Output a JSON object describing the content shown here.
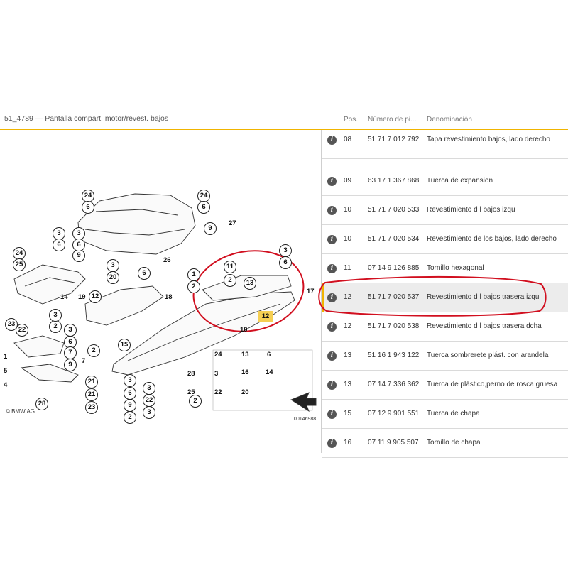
{
  "header": {
    "title": "51_4789 — Pantalla compart. motor/revest. bajos",
    "col_pos": "Pos.",
    "col_numero": "Número de pi...",
    "col_denominacion": "Denominación"
  },
  "rows": [
    {
      "pos": "08",
      "numero": "51 71 7 012 792",
      "denominacion": "Tapa revestimiento bajos, lado derecho",
      "selected": false
    },
    {
      "pos": "09",
      "numero": "63 17 1 367 868",
      "denominacion": "Tuerca de expansion",
      "selected": false
    },
    {
      "pos": "10",
      "numero": "51 71 7 020 533",
      "denominacion": "Revestimiento d l bajos izqu",
      "selected": false
    },
    {
      "pos": "10",
      "numero": "51 71 7 020 534",
      "denominacion": "Revestimiento de los bajos, lado derecho",
      "selected": false
    },
    {
      "pos": "11",
      "numero": "07 14 9 126 885",
      "denominacion": "Tornillo hexagonal",
      "selected": false
    },
    {
      "pos": "12",
      "numero": "51 71 7 020 537",
      "denominacion": "Revestimiento d l bajos trasera izqu",
      "selected": true
    },
    {
      "pos": "12",
      "numero": "51 71 7 020 538",
      "denominacion": "Revestimiento d l bajos trasera dcha",
      "selected": false
    },
    {
      "pos": "13",
      "numero": "51 16 1 943 122",
      "denominacion": "Tuerca sombrerete plást. con arandela",
      "selected": false
    },
    {
      "pos": "13",
      "numero": "07 14 7 336 362",
      "denominacion": "Tuerca de plástico,perno de rosca gruesa",
      "selected": false
    },
    {
      "pos": "15",
      "numero": "07 12 9 901 551",
      "denominacion": "Tuerca de chapa",
      "selected": false
    },
    {
      "pos": "16",
      "numero": "07 11 9 905 507",
      "denominacion": "Tornillo de chapa",
      "selected": false
    }
  ],
  "info_icon_glyph": "i",
  "diagram": {
    "copyright": "© BMW AG",
    "figure_number": "00146988",
    "highlight_label": "12",
    "callouts": [
      "24",
      "6",
      "24",
      "6",
      "9",
      "27",
      "3",
      "6",
      "9",
      "26",
      "3",
      "6",
      "24",
      "25",
      "14",
      "3",
      "20",
      "19",
      "12",
      "6",
      "18",
      "3",
      "6",
      "1",
      "2",
      "11",
      "2",
      "13",
      "17",
      "10",
      "23",
      "22",
      "2",
      "3",
      "6",
      "1",
      "5",
      "4",
      "3",
      "7",
      "7",
      "9",
      "2",
      "21",
      "15",
      "21",
      "28",
      "23",
      "3",
      "6",
      "9",
      "3",
      "2",
      "24",
      "13",
      "16",
      "14",
      "28",
      "25",
      "22",
      "6",
      "15",
      "3",
      "20",
      "22",
      "2",
      "3"
    ]
  },
  "colors": {
    "accent": "#f0b400",
    "annotation_circle": "#d10f1f",
    "selected_row": "#ececec"
  }
}
